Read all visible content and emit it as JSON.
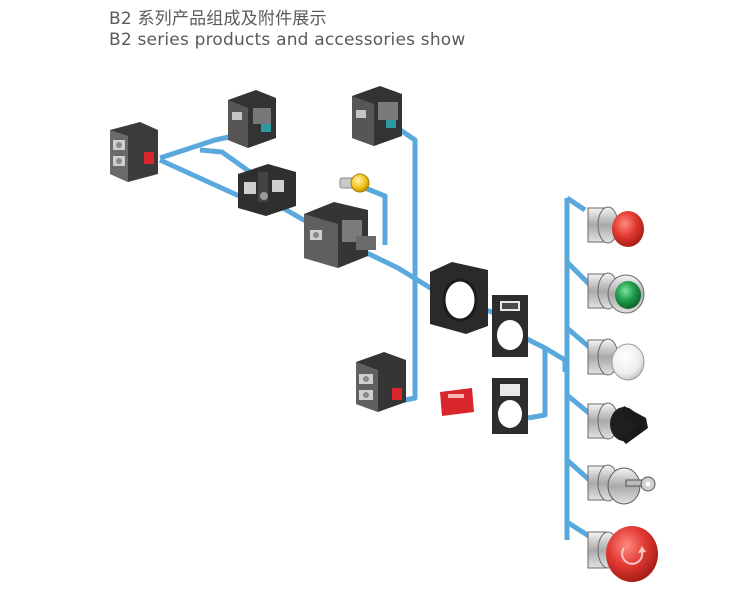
{
  "header": {
    "title_cn": "B2 系列产品组成及附件展示",
    "title_en": "B2 series products and accessories show"
  },
  "colors": {
    "connector": "#5aa9dc",
    "block_body": "#3b3b3b",
    "block_face": "#9a9a9a",
    "red": "#d8262c",
    "green": "#1f9d4a",
    "white_lens": "#f1f1f1",
    "amber": "#f2c21a",
    "chrome": "#c9c9c9"
  },
  "parts": [
    {
      "name": "contact-block-left",
      "icon": "contact-block-icon"
    },
    {
      "name": "contact-block-top",
      "icon": "contact-block-icon"
    },
    {
      "name": "contact-block-top-right",
      "icon": "contact-block-icon"
    },
    {
      "name": "mounting-base",
      "icon": "mounting-base-icon"
    },
    {
      "name": "lamp-holder",
      "icon": "lamp-holder-icon"
    },
    {
      "name": "indicator-bulb",
      "icon": "bulb-icon"
    },
    {
      "name": "contact-block-bottom",
      "icon": "contact-block-icon"
    },
    {
      "name": "fixing-collar",
      "icon": "fixing-collar-icon"
    },
    {
      "name": "legend-holder",
      "icon": "legend-holder-icon"
    },
    {
      "name": "legend-holder-small",
      "icon": "legend-holder-icon"
    },
    {
      "name": "red-legend-plate",
      "icon": "legend-plate-icon"
    }
  ],
  "operators": [
    {
      "name": "red-pushbutton",
      "icon": "pushbutton-icon",
      "color": "#d8262c"
    },
    {
      "name": "green-pushbutton",
      "icon": "pushbutton-icon",
      "color": "#1f9d4a"
    },
    {
      "name": "white-pushbutton",
      "icon": "pushbutton-icon",
      "color": "#f1f1f1"
    },
    {
      "name": "selector-switch",
      "icon": "selector-switch-icon",
      "color": "#222222"
    },
    {
      "name": "key-switch",
      "icon": "key-switch-icon",
      "color": "#c9c9c9"
    },
    {
      "name": "emergency-stop",
      "icon": "mushroom-button-icon",
      "color": "#d8262c"
    }
  ]
}
